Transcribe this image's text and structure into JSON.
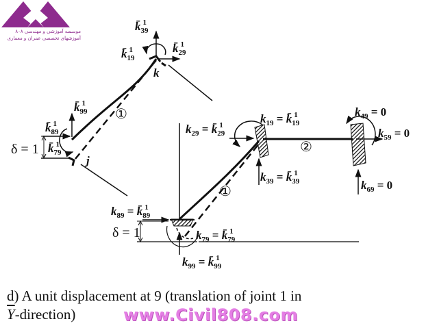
{
  "logo": {
    "line1": "موسسه آموزشی و مهندسی ۸۰۸",
    "line2": "آموزشهای تخصصی عمران و معماری",
    "color": "#8e2b8e"
  },
  "labels": {
    "k39bar_top": {
      "k": "k̄",
      "sub": "39",
      "sup": "1"
    },
    "k19bar_top": {
      "k": "k̄",
      "sub": "19",
      "sup": "1"
    },
    "k29bar_top": {
      "k": "k̄",
      "sub": "29",
      "sup": "1"
    },
    "joint_k": "k",
    "joint_j": "j",
    "k99bar_left": {
      "k": "k̄",
      "sub": "99",
      "sup": "1"
    },
    "k89bar_left": {
      "k": "k̄",
      "sub": "89",
      "sup": "1"
    },
    "k79bar_left": {
      "k": "k̄",
      "sub": "79",
      "sup": "1"
    },
    "delta_left": "δ = 1",
    "member1_top": "①",
    "member1_bottom": "①",
    "member2": "②",
    "k29_eq": {
      "lhs_k": "k",
      "lhs_sub": "29",
      "eq": "=",
      "rhs_k": "k̄",
      "rhs_sub": "29",
      "rhs_sup": "1"
    },
    "k19_eq": {
      "lhs_k": "k",
      "lhs_sub": "19",
      "eq": "=",
      "rhs_k": "k̄",
      "rhs_sub": "19",
      "rhs_sup": "1"
    },
    "k39_eq": {
      "lhs_k": "k",
      "lhs_sub": "39",
      "eq": "=",
      "rhs_k": "k̄",
      "rhs_sub": "39",
      "rhs_sup": "1"
    },
    "k49_eq": {
      "lhs_k": "k",
      "lhs_sub": "49",
      "eq": "= 0"
    },
    "k59_eq": {
      "lhs_k": "k",
      "lhs_sub": "59",
      "eq": "= 0"
    },
    "k69_eq": {
      "lhs_k": "k",
      "lhs_sub": "69",
      "eq": "= 0"
    },
    "k89_eq": {
      "lhs_k": "k",
      "lhs_sub": "89",
      "eq": "=",
      "rhs_k": "k̄",
      "rhs_sub": "89",
      "rhs_sup": "1"
    },
    "k79_eq": {
      "lhs_k": "k",
      "lhs_sub": "79",
      "eq": "=",
      "rhs_k": "k̄",
      "rhs_sub": "79",
      "rhs_sup": "1"
    },
    "k99_eq": {
      "lhs_k": "k",
      "lhs_sub": "99",
      "eq": "=",
      "rhs_k": "k̄",
      "rhs_sub": "99",
      "rhs_sup": "1"
    },
    "delta_bottom": "δ = 1"
  },
  "caption": {
    "line1": "d) A unit displacement at 9 (translation of joint 1 in",
    "line2_y": "Y",
    "line2_rest": "-direction)"
  },
  "watermark": {
    "text": "www.Civil808.com",
    "color": "#e47ee4"
  }
}
